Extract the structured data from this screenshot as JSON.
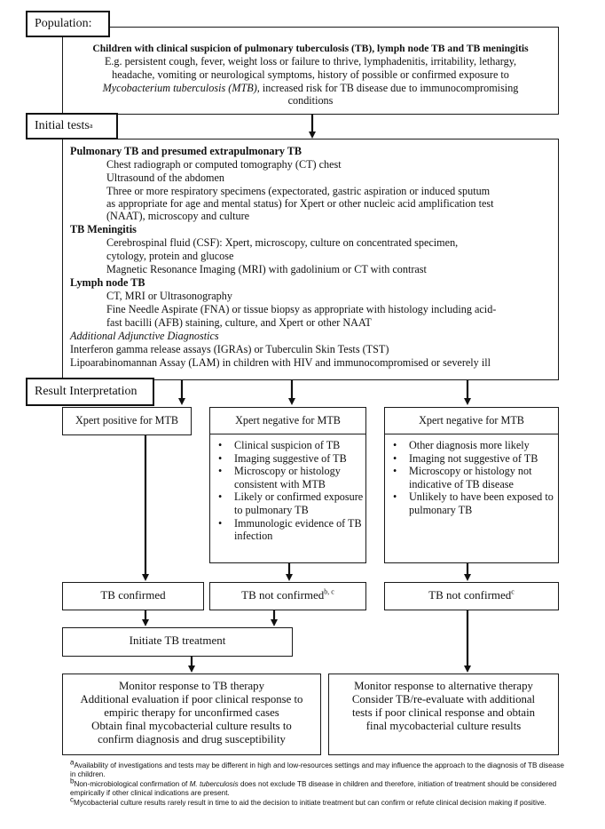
{
  "population": {
    "header": "Population:",
    "title": "Children with clinical suspicion of pulmonary tuberculosis (TB), lymph node TB and TB meningitis",
    "line1": "E.g. persistent cough, fever, weight loss or failure to thrive, lymphadenitis, irritability, lethargy,",
    "line2": "headache, vomiting or neurological symptoms, history of possible or confirmed exposure to",
    "line3_italic": "Mycobacterium tuberculosis (MTB),",
    "line3_rest": " increased risk for TB disease due to immunocompromising",
    "line4": "conditions"
  },
  "initial_tests": {
    "header": "Initial tests",
    "header_sup": "a",
    "pulmonary": {
      "heading": "Pulmonary TB and presumed extrapulmonary TB",
      "items": [
        "Chest radiograph or computed tomography (CT) chest",
        "Ultrasound of the abdomen",
        "Three or more respiratory specimens (expectorated, gastric aspiration or induced sputum",
        "as appropriate for age and mental status) for Xpert or other nucleic acid amplification test",
        "(NAAT), microscopy and culture"
      ]
    },
    "meningitis": {
      "heading": "TB Meningitis",
      "items": [
        "Cerebrospinal fluid (CSF): Xpert, microscopy, culture on concentrated specimen,",
        "cytology, protein and glucose",
        "Magnetic Resonance Imaging (MRI) with gadolinium or CT with contrast"
      ]
    },
    "lymph": {
      "heading": "Lymph node TB",
      "items": [
        "CT, MRI or Ultrasonography",
        "Fine Needle Aspirate (FNA) or tissue biopsy as appropriate with histology including acid-",
        "fast bacilli (AFB) staining, culture, and Xpert or other NAAT"
      ]
    },
    "adjunctive": {
      "heading": "Additional Adjunctive Diagnostics",
      "items": [
        "Interferon gamma release assays (IGRAs) or Tuberculin Skin Tests (TST)",
        "Lipoarabinomannan Assay (LAM) in children with HIV and immunocompromised or severely ill"
      ]
    }
  },
  "result_interpretation": {
    "header": "Result Interpretation",
    "col1": {
      "title": "Xpert positive for MTB"
    },
    "col2": {
      "title": "Xpert negative for MTB",
      "bullets": [
        "Clinical suspicion of TB",
        "Imaging suggestive of TB",
        "Microscopy or histology consistent with MTB",
        "Likely or confirmed exposure to pulmonary TB",
        "Immunologic evidence of TB infection"
      ]
    },
    "col3": {
      "title": "Xpert negative for MTB",
      "bullets": [
        "Other diagnosis more likely",
        "Imaging not suggestive of TB",
        "Microscopy or histology not indicative of TB disease",
        "Unlikely to have been exposed to pulmonary TB"
      ]
    }
  },
  "outcomes": {
    "confirmed": "TB confirmed",
    "not_confirmed_2": "TB not confirmed",
    "not_confirmed_2_sup": "b, c",
    "not_confirmed_3": "TB not confirmed",
    "not_confirmed_3_sup": "c",
    "initiate": "Initiate TB treatment"
  },
  "monitor_left": {
    "lines": [
      "Monitor response to TB therapy",
      "Additional evaluation if poor clinical response to",
      "empiric therapy for unconfirmed cases",
      "Obtain final mycobacterial culture results to",
      "confirm diagnosis and drug susceptibility"
    ]
  },
  "monitor_right": {
    "lines": [
      "Monitor response to alternative therapy",
      "Consider TB/re-evaluate with additional",
      "tests if poor clinical response and obtain",
      "final mycobacterial culture results"
    ]
  },
  "footnotes": {
    "a_sup": "a",
    "a": "Availability of investigations and tests may be different in high and low-resources settings and may influence the approach to the diagnosis of TB disease in children.",
    "b_sup": "b",
    "b_pre": "Non-microbiological confirmation of ",
    "b_italic": "M. tuberculosis",
    "b_post": " does not exclude TB disease in children and therefore, initiation of treatment should be considered empirically if other clinical indications are present.",
    "c_sup": "c",
    "c": "Mycobacterial culture results rarely result in time to aid the decision to initiate treatment but can confirm or refute clinical decision making if positive."
  }
}
